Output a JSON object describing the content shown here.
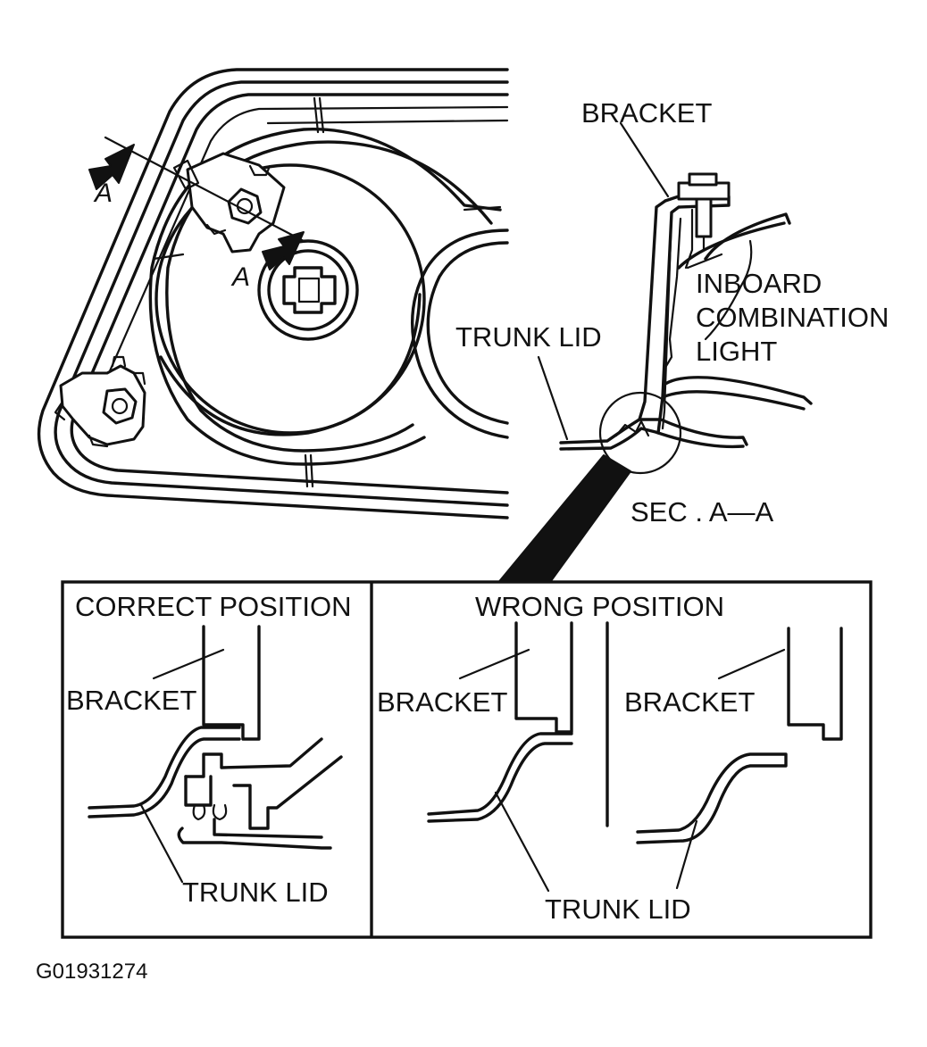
{
  "figure_id": "G01931274",
  "overview": {
    "arrow_label_1": "A",
    "arrow_label_2": "A"
  },
  "section": {
    "bracket": "BRACKET",
    "light_line1": "INBOARD",
    "light_line2": "COMBINATION",
    "light_line3": "LIGHT",
    "trunk_lid": "TRUNK LID",
    "section_label": "SEC . A—A"
  },
  "detail": {
    "correct_title": "CORRECT POSITION",
    "wrong_title": "WRONG POSITION",
    "correct_bracket": "BRACKET",
    "correct_trunk_lid": "TRUNK LID",
    "wrong_bracket_1": "BRACKET",
    "wrong_bracket_2": "BRACKET",
    "wrong_trunk_lid": "TRUNK LID"
  },
  "colors": {
    "ink": "#111111",
    "paper": "#ffffff"
  }
}
